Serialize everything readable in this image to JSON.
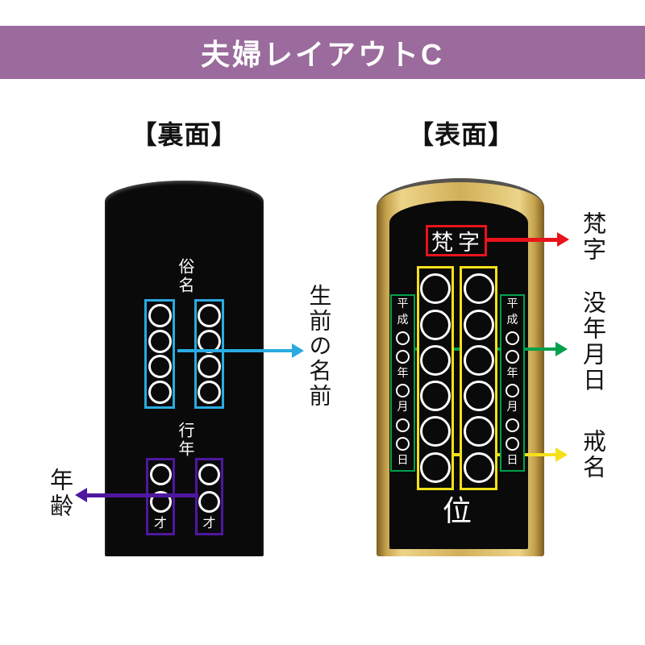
{
  "banner": {
    "title": "夫婦レイアウトC",
    "bg_color": "#9a6b9c"
  },
  "back_side": {
    "heading": "【裏面】",
    "secular_name_label": "俗名",
    "death_age_label": "行年",
    "age_suffix": "才",
    "annotations": {
      "name": "生前の名前",
      "age": "年齢"
    },
    "accent_colors": {
      "name_box": "#29abe2",
      "age_box": "#4e17a0"
    }
  },
  "front_side": {
    "heading": "【表面】",
    "bonji_text": "梵字",
    "rank_char": "位",
    "date_column": {
      "era": "平成",
      "year": "年",
      "month": "月",
      "day": "日"
    },
    "annotations": {
      "bonji": "梵字",
      "death_date": "没年月日",
      "kaimyo": "戒名"
    },
    "accent_colors": {
      "bonji_box": "#e8131b",
      "kaimyo_box": "#f5e01a",
      "date_box": "#00a14b",
      "frame_gold": "#d2af59"
    }
  }
}
